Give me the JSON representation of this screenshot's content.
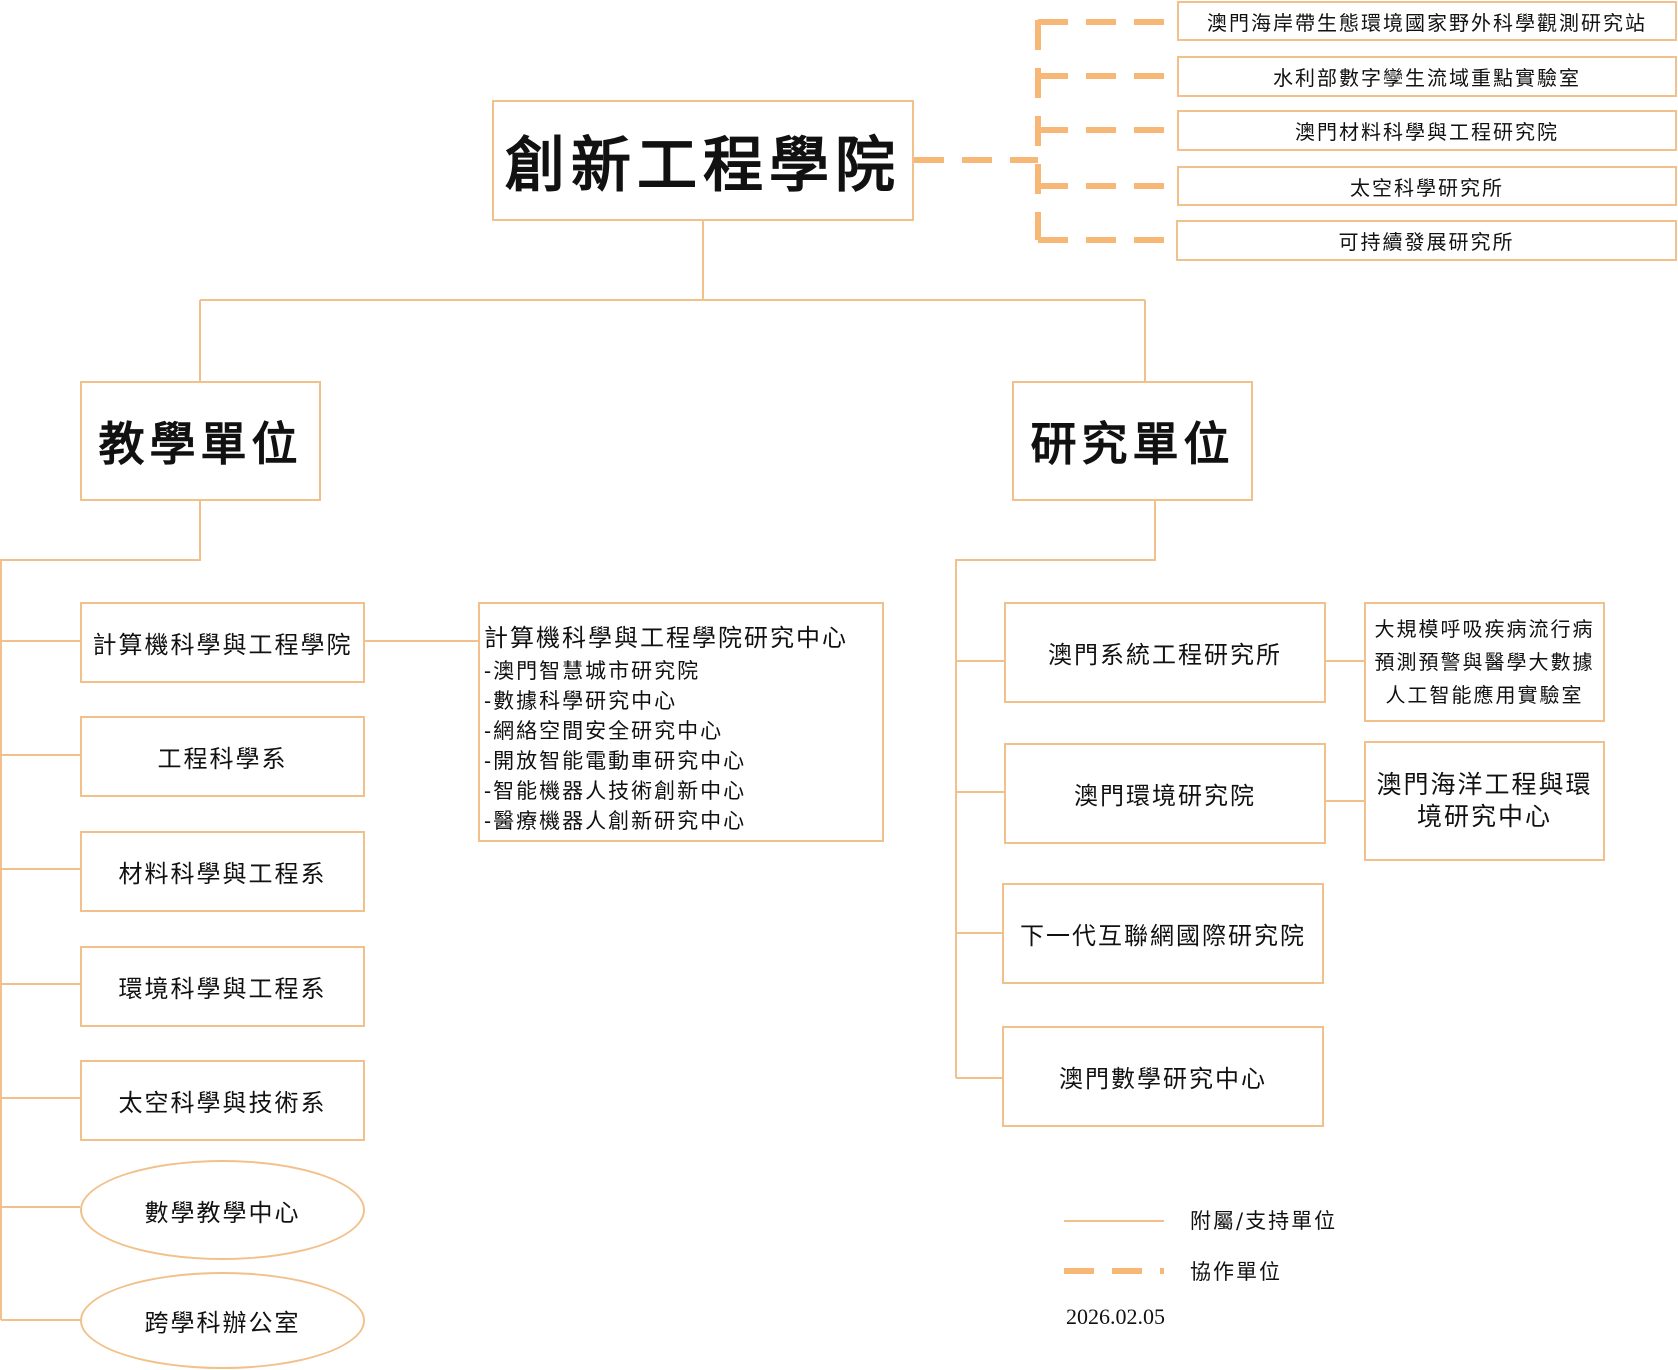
{
  "colors": {
    "line": "#f2c08a",
    "dashed": "#f7b877",
    "text": "#111111"
  },
  "root": {
    "label": "創新工程學院"
  },
  "collaborating_units": [
    "澳門海岸帶生態環境國家野外科學觀測研究站",
    "水利部數字孿生流域重點實驗室",
    "澳門材料科學與工程研究院",
    "太空科學研究所",
    "可持續發展研究所"
  ],
  "teaching": {
    "label": "教學單位",
    "departments": [
      "計算機科學與工程學院",
      "工程科學系",
      "材料科學與工程系",
      "環境科學與工程系",
      "太空科學與技術系"
    ],
    "centers": [
      "數學教學中心",
      "跨學科辦公室"
    ],
    "research_centre": {
      "title": "計算機科學與工程學院研究中心",
      "items": [
        "-澳門智慧城市研究院",
        "-數據科學研究中心",
        "-網絡空間安全研究中心",
        "-開放智能電動車研究中心",
        "-智能機器人技術創新中心",
        "-醫療機器人創新研究中心"
      ]
    }
  },
  "research": {
    "label": "研究單位",
    "institutes": [
      "澳門系統工程研究所",
      "澳門環境研究院",
      "下一代互聯網國際研究院",
      "澳門數學研究中心"
    ],
    "sub_units": {
      "lab_lines": [
        "大規模呼吸疾病流行病",
        "預測預警與醫學大數據",
        "人工智能應用實驗室"
      ],
      "ocean_lines": [
        "澳門海洋工程與環",
        "境研究中心"
      ]
    }
  },
  "legend": {
    "solid_label": "附屬/支持單位",
    "dashed_label": "協作單位"
  },
  "date": "2026.02.05"
}
